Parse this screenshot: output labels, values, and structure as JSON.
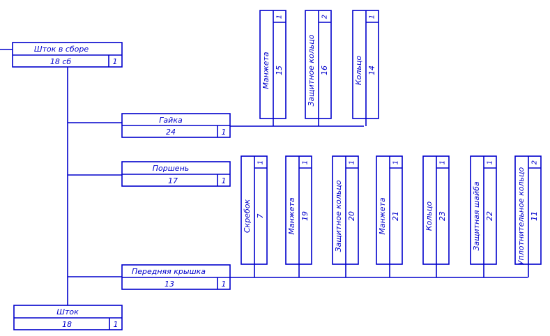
{
  "colors": {
    "line": "#0000cc",
    "background": "#ffffff"
  },
  "assembly": {
    "name": "Шток в сборе",
    "code": "18 сб",
    "qty": "1"
  },
  "nodes": {
    "gaika": {
      "name": "Гайка",
      "code": "24",
      "qty": "1"
    },
    "porshen": {
      "name": "Поршень",
      "code": "17",
      "qty": "1"
    },
    "kryshka": {
      "name": "Передняя крышка",
      "code": "13",
      "qty": "1"
    },
    "shtok": {
      "name": "Шток",
      "code": "18",
      "qty": "1"
    }
  },
  "gaika_parts": [
    {
      "name": "Манжета",
      "code": "15",
      "qty": "1"
    },
    {
      "name": "Защитное кольцо",
      "code": "16",
      "qty": "2"
    },
    {
      "name": "Кольцо",
      "code": "14",
      "qty": "1"
    }
  ],
  "kryshka_parts": [
    {
      "name": "Скребок",
      "code": "7",
      "qty": "1"
    },
    {
      "name": "Манжета",
      "code": "19",
      "qty": "1"
    },
    {
      "name": "Защитное кольцо",
      "code": "20",
      "qty": "1"
    },
    {
      "name": "Манжета",
      "code": "21",
      "qty": "1"
    },
    {
      "name": "Кольцо",
      "code": "23",
      "qty": "1"
    },
    {
      "name": "Защитная шайба",
      "code": "22",
      "qty": "1"
    },
    {
      "name": "Уплотнительное кольцо",
      "code": "11",
      "qty": "2"
    }
  ]
}
